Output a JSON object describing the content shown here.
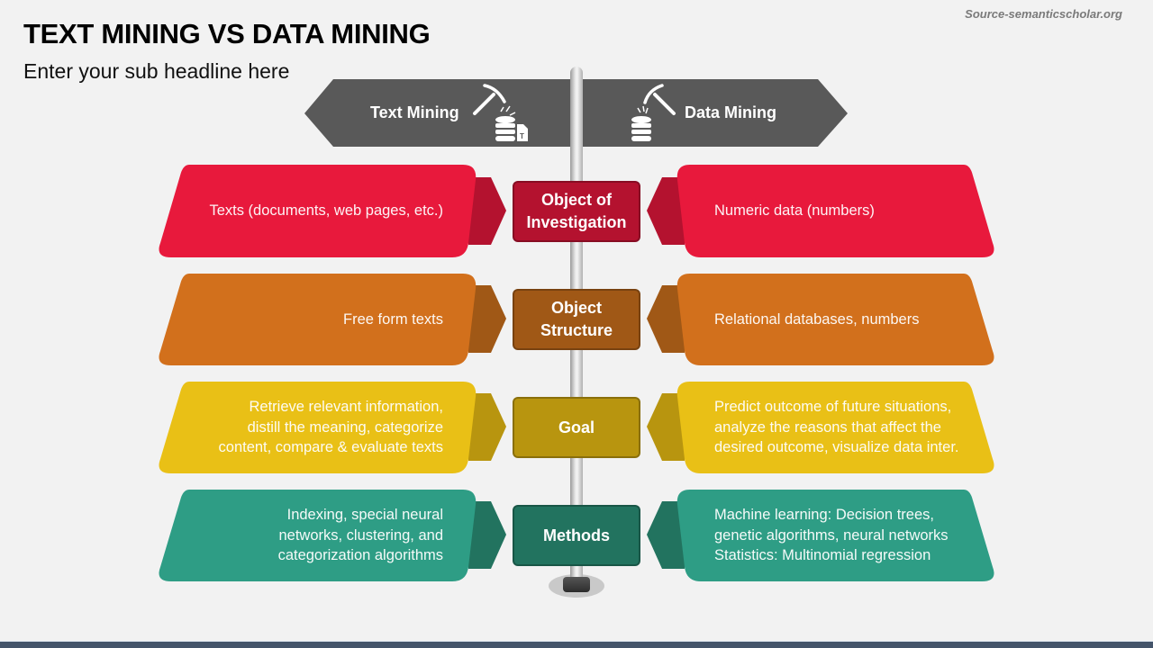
{
  "header": {
    "title": "TEXT MINING VS DATA MINING",
    "subtitle": "Enter your sub headline here",
    "source": "Source-semanticscholar.org"
  },
  "sign": {
    "left_label": "Text Mining",
    "right_label": "Data Mining",
    "left_icon": "pickaxe-database-text-icon",
    "right_icon": "pickaxe-database-icon",
    "color": "#595959"
  },
  "rows": [
    {
      "category": "Object of\nInvestigation",
      "text_mining": "Texts (documents, web pages, etc.)",
      "data_mining": "Numeric data (numbers)",
      "color": "#e8193c",
      "dark_color": "#b4122f"
    },
    {
      "category": "Object\nStructure",
      "text_mining": "Free form texts",
      "data_mining": "Relational databases, numbers",
      "color": "#d2701c",
      "dark_color": "#a05816"
    },
    {
      "category": "Goal",
      "text_mining": "Retrieve relevant information,\ndistill the meaning, categorize\ncontent, compare & evaluate texts",
      "data_mining": "Predict outcome of future situations,\nanalyze the reasons that affect the\ndesired outcome, visualize data inter.",
      "color": "#e9c016",
      "dark_color": "#b8950f"
    },
    {
      "category": "Methods",
      "text_mining": "Indexing, special neural\nnetworks, clustering, and\ncategorization algorithms",
      "data_mining": "Machine learning: Decision trees,\ngenetic algorithms, neural networks\nStatistics: Multinomial regression",
      "color": "#2e9d85",
      "dark_color": "#22735f"
    }
  ]
}
